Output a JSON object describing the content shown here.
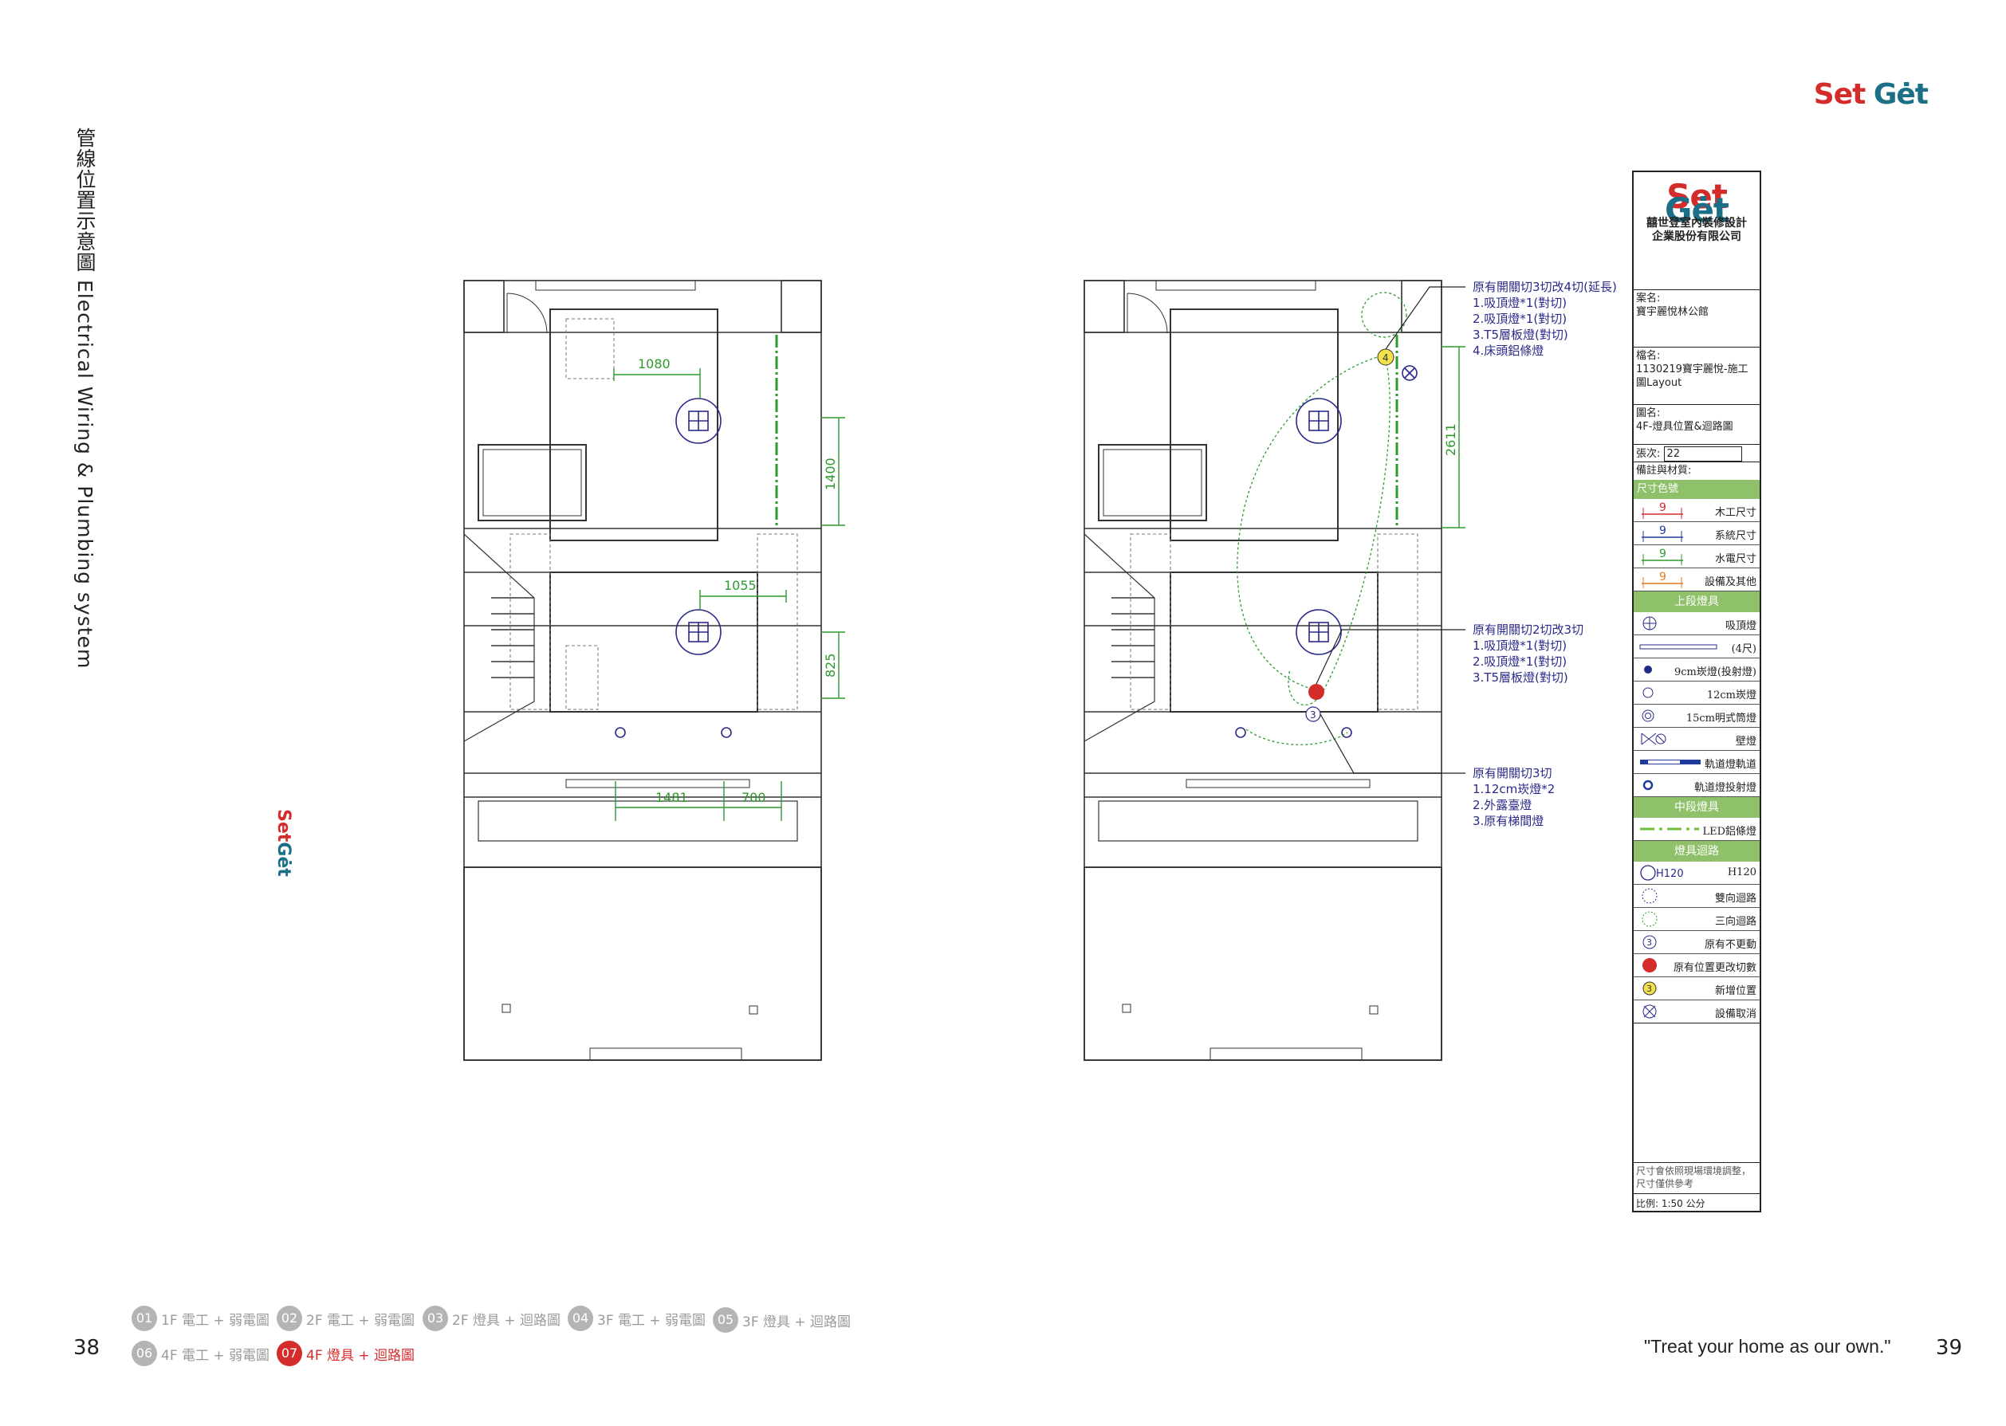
{
  "header": {
    "logo_set": "Set",
    "logo_get": "Gėt"
  },
  "side_title": "管線位置示意圖  Electrical Wiring & Plumbing system",
  "side_logo": {
    "set": "Set",
    "get": "Gėt"
  },
  "plan_left": {
    "dims": {
      "d1080": "1080",
      "d1400": "1400",
      "d1055": "1055",
      "d825": "825",
      "d1481": "1481",
      "d700": "700"
    }
  },
  "plan_right": {
    "dim_2611": "2611",
    "note1": [
      "原有開關切3切改4切(延長)",
      "1.吸頂燈*1(對切)",
      "2.吸頂燈*1(對切)",
      "3.T5層板燈(對切)",
      "4.床頭鋁條燈"
    ],
    "note2": [
      "原有開關切2切改3切",
      "1.吸頂燈*1(對切)",
      "2.吸頂燈*1(對切)",
      "3.T5層板燈(對切)"
    ],
    "note3": [
      "原有開關切3切",
      "1.12cm崁燈*2",
      "2.外露臺燈",
      "3.原有梯間燈"
    ],
    "marker_4": "4",
    "marker_3": "3"
  },
  "title_block": {
    "logo_set": "Set",
    "logo_get": "Gėt",
    "company1": "囍世登室內裝修設計",
    "company2": "企業股份有限公司",
    "case_label": "案名:",
    "case_value": "寶宇麗悅林公館",
    "file_label": "檔名:",
    "file_value": "1130219寶宇麗悅-施工圖Layout",
    "drawing_label": "圖名:",
    "drawing_value": "4F-燈具位置&迴路圖",
    "sheet_label": "張次:",
    "sheet_value": "22",
    "notes_label": "備註與材質:",
    "dim_colors_header": "尺寸色號",
    "dim_value": "9",
    "dim_legend": [
      "木工尺寸",
      "系統尺寸",
      "水電尺寸",
      "設備及其他"
    ],
    "upper_header": "上段燈具",
    "upper_items": [
      "吸頂燈",
      "(4尺)",
      "9cm崁燈(投射燈)",
      "12cm崁燈",
      "15cm明式筒燈",
      "壁燈",
      "軌道燈軌道",
      "軌道燈投射燈"
    ],
    "middle_header": "中段燈具",
    "middle_items": [
      "LED鋁條燈"
    ],
    "circuit_header": "燈具迴路",
    "circuit_h120_symbol": "H120",
    "circuit_items": [
      "H120",
      "雙向迴路",
      "三向迴路",
      "原有不更動",
      "原有位置更改切數",
      "新增位置",
      "設備取消"
    ],
    "circuit_num": "3",
    "footer_note": "尺寸會依照現場環境調整，尺寸僅供參考",
    "scale": "比例: 1:50 公分"
  },
  "nav": {
    "items": [
      {
        "num": "01",
        "label": "1F 電工 + 弱電圖"
      },
      {
        "num": "02",
        "label": "2F 電工 + 弱電圖"
      },
      {
        "num": "03",
        "label": "2F 燈具 + 迴路圖"
      },
      {
        "num": "04",
        "label": "3F 電工 + 弱電圖"
      },
      {
        "num": "05",
        "label": "3F 燈具 + 迴路圖"
      },
      {
        "num": "06",
        "label": "4F 電工 + 弱電圖"
      },
      {
        "num": "07",
        "label": "4F 燈具 + 迴路圖"
      }
    ]
  },
  "footer": {
    "page_left": "38",
    "page_right": "39",
    "slogan": "\"Treat your home as our own.\""
  },
  "colors": {
    "red": "#d42b2b",
    "teal": "#1b6f86",
    "green_dim": "#2e9a2e",
    "blue_note": "#2a2a8a",
    "legend_green": "#8fc16a"
  }
}
